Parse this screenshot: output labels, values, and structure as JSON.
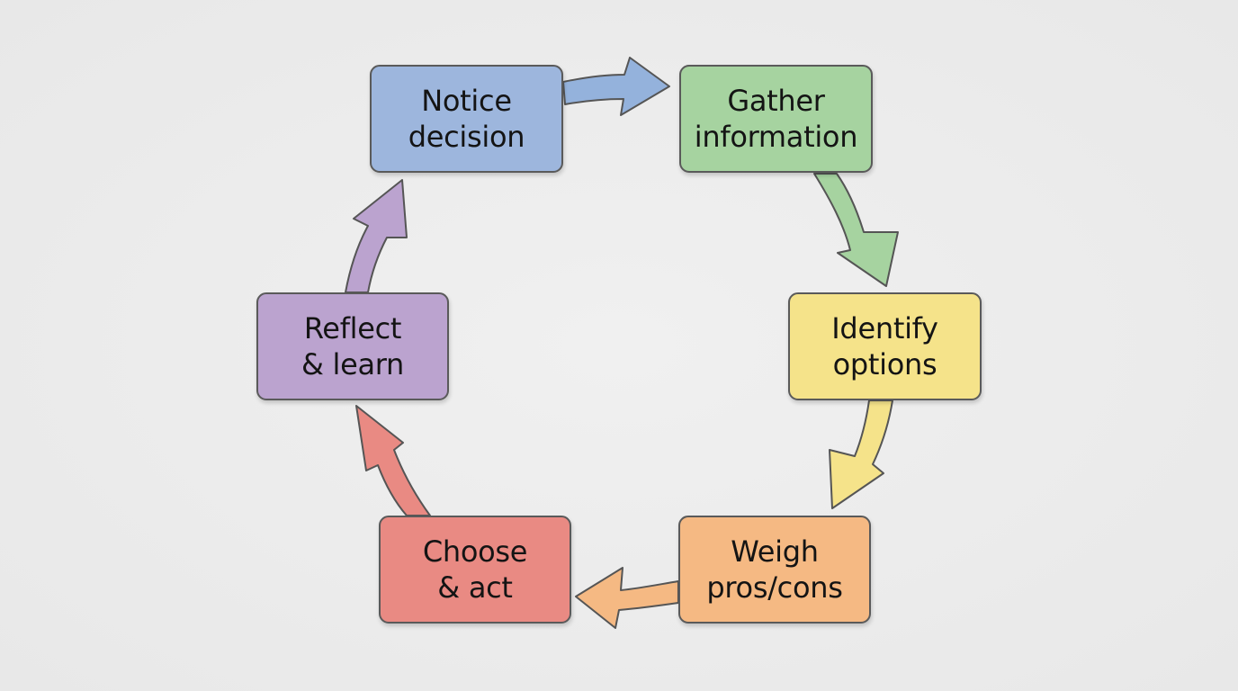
{
  "diagram": {
    "steps": [
      {
        "id": "notice",
        "label": "Notice\ndecision",
        "color": "#9db6dd"
      },
      {
        "id": "gather",
        "label": "Gather\ninformation",
        "color": "#a6d3a0"
      },
      {
        "id": "identify",
        "label": "Identify\noptions",
        "color": "#f5e38a"
      },
      {
        "id": "weigh",
        "label": "Weigh\npros/cons",
        "color": "#f5b983"
      },
      {
        "id": "choose",
        "label": "Choose\n& act",
        "color": "#e98a83"
      },
      {
        "id": "reflect",
        "label": "Reflect\n& learn",
        "color": "#bba3cf"
      }
    ],
    "arrows": [
      {
        "from": "notice",
        "to": "gather",
        "color": "#94b2dc"
      },
      {
        "from": "gather",
        "to": "identify",
        "color": "#a6d3a0"
      },
      {
        "from": "identify",
        "to": "weigh",
        "color": "#f5e38a"
      },
      {
        "from": "weigh",
        "to": "choose",
        "color": "#f5b983"
      },
      {
        "from": "choose",
        "to": "reflect",
        "color": "#e98a83"
      },
      {
        "from": "reflect",
        "to": "notice",
        "color": "#bba3cf"
      }
    ]
  }
}
